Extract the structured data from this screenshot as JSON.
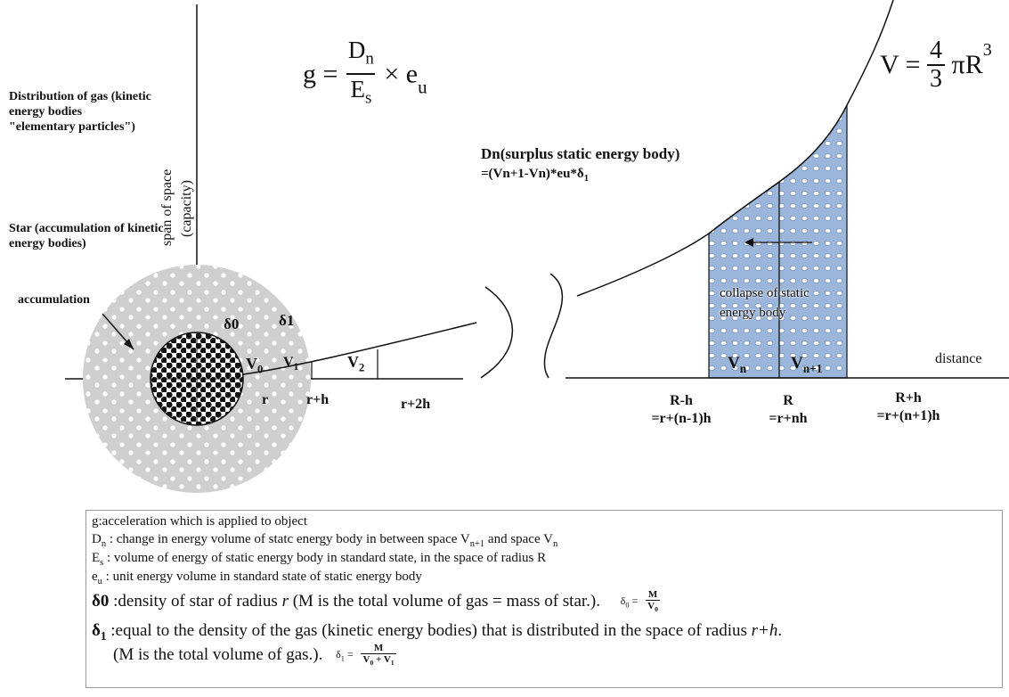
{
  "formula_g": {
    "lhs": "g =",
    "num": "D",
    "num_sub": "n",
    "den": "E",
    "den_sub": "s",
    "tail": "× e",
    "tail_sub": "u"
  },
  "formula_v": {
    "lhs": "V =",
    "num": "4",
    "den": "3",
    "tail": "πR",
    "exp": "3"
  },
  "axis_y_label_1": "span of space",
  "axis_y_label_2": "(capacity)",
  "distance_label": "distance",
  "left_labels": {
    "gas": "Distribution of gas (kinetic energy bodies \"elementary particles\")",
    "star": "Star (accumulation of kinetic energy bodies)",
    "accumulation": "accumulation"
  },
  "region_labels": {
    "d0": "δ0",
    "d1": "δ1",
    "v0": "V",
    "v0_sub": "0",
    "v1": "V",
    "v1_sub": "1",
    "v2": "V",
    "v2_sub": "2"
  },
  "ticks_left": {
    "r": "r",
    "rh": "r+h",
    "r2h": "r+2h"
  },
  "dn_text": {
    "line1": "Dn(surplus static energy body)",
    "line2": "=(Vn+1-Vn)*eu*δ",
    "line2_sub": "1"
  },
  "collapse_text": {
    "line1": "collapse of static",
    "line2": "energy body"
  },
  "vn_labels": {
    "vn": "V",
    "vn_sub": "n",
    "vn1": "V",
    "vn1_sub": "n+1"
  },
  "ticks_right": {
    "rmh_1": "R-h",
    "rmh_2": "=r+(n-1)h",
    "r_1": "R",
    "r_2": "=r+nh",
    "rph_1": "R+h",
    "rph_2": "=r+(n+1)h"
  },
  "legend": {
    "g": {
      "sym": "g",
      "text": ":acceleration which is  applied to object"
    },
    "dn": {
      "sym": "D",
      "sym_sub": "n",
      "text": " : change in energy volume of statc energy body in between space V",
      "sub1": "n+1",
      "mid": " and space V",
      "sub2": "n"
    },
    "es": {
      "sym": "E",
      "sym_sub": "s",
      "text": " : volume of energy of static energy body in standard state, in the space of radius R"
    },
    "eu": {
      "sym": "e",
      "sym_sub": "u",
      "text": " : unit energy volume in standard state of static energy body"
    },
    "d0": {
      "sym": "δ0",
      "text": " :density of star of radius ",
      "ital": "r",
      "rest": " (M is the total volume of gas = mass of star.).",
      "frac_lhs": "δ",
      "frac_lhs_sub": "0",
      "frac_num": "M",
      "frac_den": "V",
      "frac_den_sub": "0"
    },
    "d1": {
      "sym": "δ",
      "sym_sub": "1",
      "text": " :equal to the density of the gas (kinetic energy bodies) that is distributed in the space of radius ",
      "ital": "r+h",
      "end": ".",
      "line2": "(M is the total volume of gas.).",
      "frac_lhs": "δ",
      "frac_lhs_sub": "1",
      "frac_num": "M",
      "frac_den": "V",
      "frac_den_sub": "0",
      "frac_den_mid": " + V",
      "frac_den_sub2": "1"
    }
  }
}
